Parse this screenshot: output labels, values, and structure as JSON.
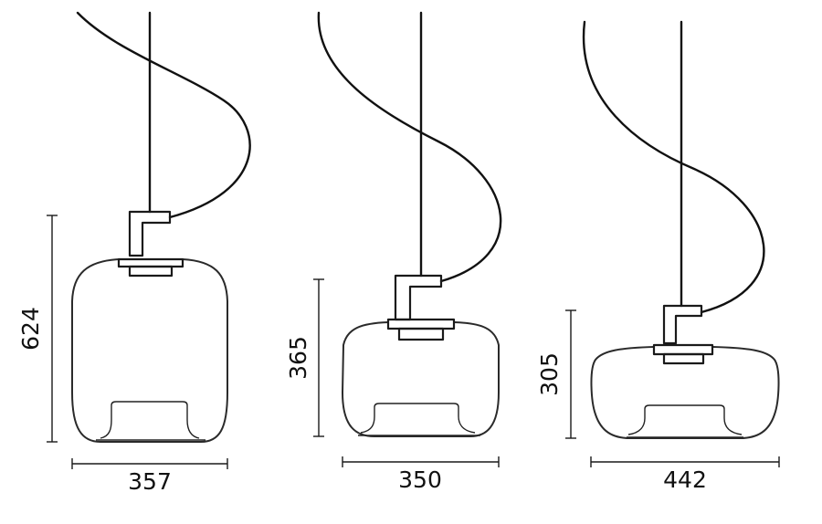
{
  "lamps": [
    {
      "name": "lamp-tall",
      "height_label": "624",
      "width_label": "357"
    },
    {
      "name": "lamp-medium",
      "height_label": "365",
      "width_label": "350"
    },
    {
      "name": "lamp-flat",
      "height_label": "305",
      "width_label": "442"
    }
  ]
}
